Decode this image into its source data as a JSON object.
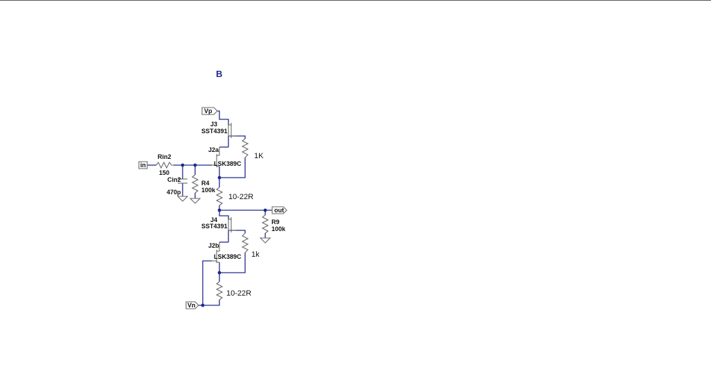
{
  "title": "B",
  "ports": {
    "vp": "Vp",
    "vn": "Vn",
    "in": "in",
    "out": "out"
  },
  "components": {
    "j3": {
      "ref": "J3",
      "model": "SST4391"
    },
    "j2a": {
      "ref": "J2a",
      "model": "LSK389C"
    },
    "j4": {
      "ref": "J4",
      "model": "SST4391"
    },
    "j2b": {
      "ref": "J2b",
      "model": "LSK389C"
    },
    "rin2": {
      "ref": "Rin2",
      "value": "150"
    },
    "cin2": {
      "ref": "Cin2",
      "value": "470p"
    },
    "r4": {
      "ref": "R4",
      "value": "100k"
    },
    "r9": {
      "ref": "R9",
      "value": "100k"
    }
  },
  "annotations": {
    "r_upper": "1K",
    "r_lower": "1k",
    "r_mid": "10-22R",
    "r_bottom": "10-22R"
  },
  "colors": {
    "wire": "#1f2a8c",
    "component": "#666666",
    "text": "#111111"
  }
}
